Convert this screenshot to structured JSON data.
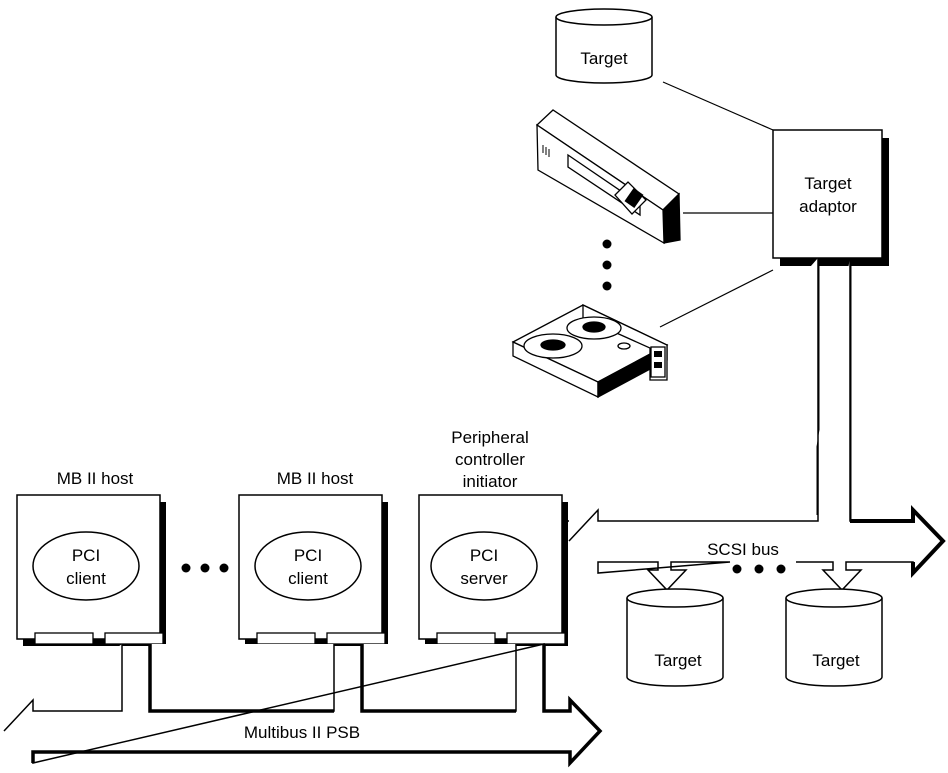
{
  "labels": {
    "target_top": "Target",
    "target_adaptor_line1": "Target",
    "target_adaptor_line2": "adaptor",
    "scsi_bus": "SCSI bus",
    "target_bottom_left": "Target",
    "target_bottom_right": "Target",
    "host1_title": "MB II host",
    "host1_line1": "PCI",
    "host1_line2": "client",
    "host2_title": "MB II host",
    "host2_line1": "PCI",
    "host2_line2": "client",
    "controller_title_1": "Peripheral",
    "controller_title_2": "controller",
    "controller_title_3": "initiator",
    "controller_line1": "PCI",
    "controller_line2": "server",
    "multibus": "Multibus II PSB"
  },
  "icons": [
    "floppy-drive-icon",
    "tape-drive-icon",
    "disk-cylinder-icon"
  ]
}
